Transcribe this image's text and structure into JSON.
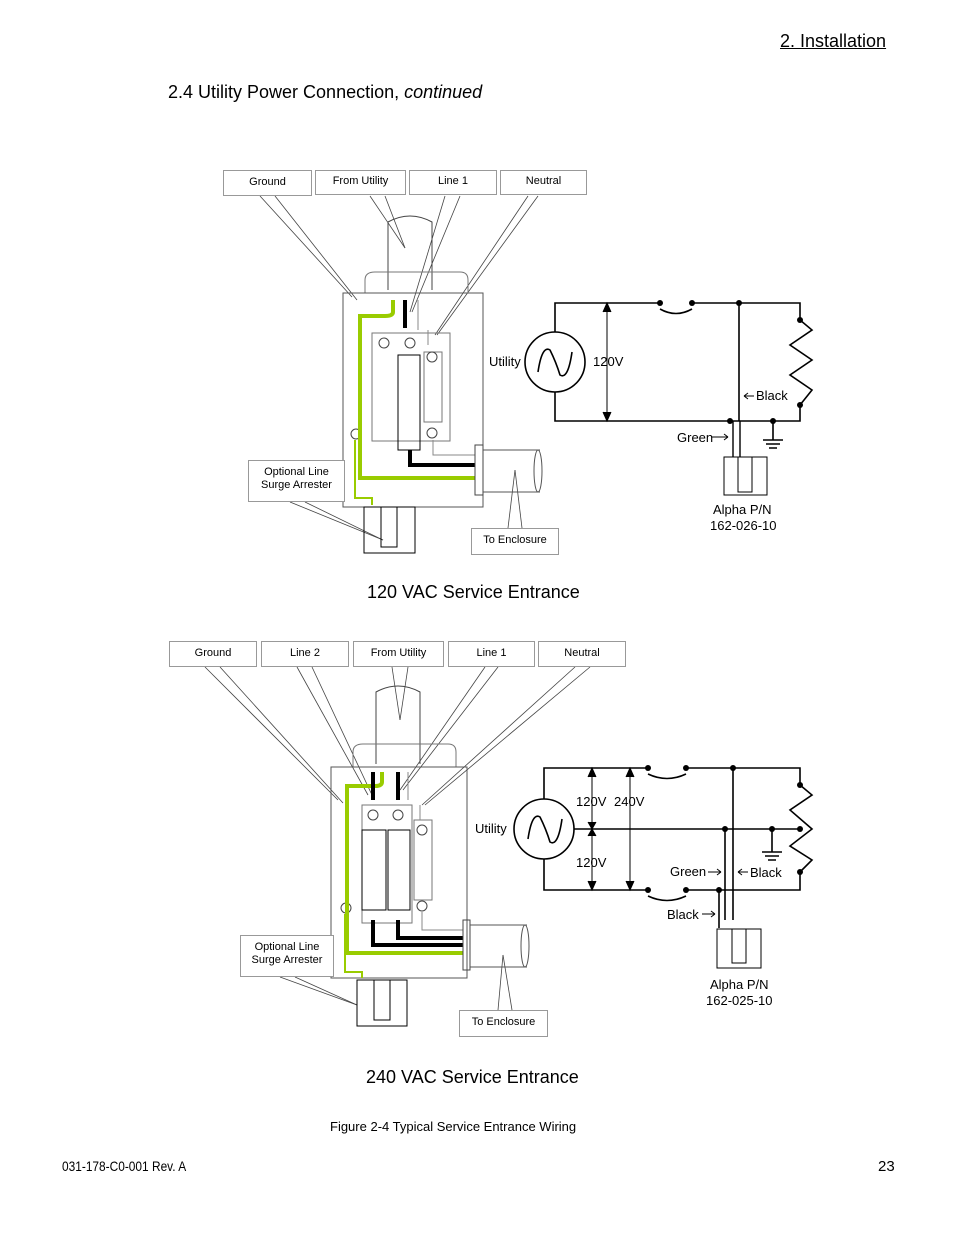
{
  "header": {
    "chapter": "2.  Installation",
    "section": "2.4  Utility Power Connection, ",
    "section_italic": "continued"
  },
  "fig120": {
    "labels": [
      "Ground",
      "From Utility",
      "Line 1",
      "Neutral"
    ],
    "arrester": "Optional Line Surge Arrester",
    "to_enclosure": "To Enclosure",
    "utility": "Utility",
    "voltage": "120V",
    "black": "Black",
    "green": "Green",
    "part_label": "Alpha P/N",
    "part_number": "162-026-10",
    "title": "120 VAC Service Entrance"
  },
  "fig240": {
    "labels": [
      "Ground",
      "Line 2",
      "From Utility",
      "Line 1",
      "Neutral"
    ],
    "arrester": "Optional Line Surge Arrester",
    "to_enclosure": "To Enclosure",
    "utility": "Utility",
    "v1": "120V",
    "v2": "240V",
    "v3": "120V",
    "green": "Green",
    "black": "Black",
    "black2": "Black",
    "part_label": "Alpha P/N",
    "part_number": "162-025-10",
    "title": "240 VAC Service Entrance"
  },
  "caption": "Figure 2-4  Typical Service Entrance Wiring",
  "footer": {
    "doc": "031-178-C0-001 Rev. A",
    "page": "23"
  },
  "colors": {
    "ground_wire": "#99cc00"
  }
}
